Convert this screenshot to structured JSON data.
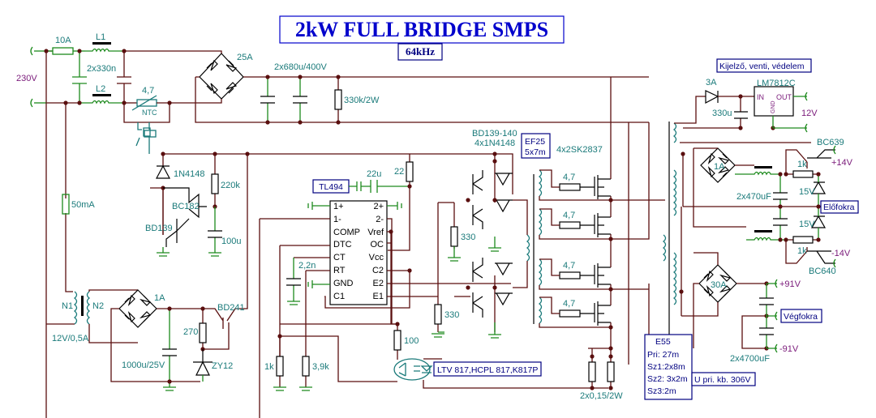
{
  "title": "2kW FULL BRIDGE SMPS",
  "frequency": "64kHz",
  "input": {
    "voltage": "230V",
    "fuse": "10A",
    "choke1": "L1",
    "choke2": "L2",
    "x_caps": "2x330n",
    "ntc_value": "4,7",
    "ntc_label": "NTC",
    "bridge_rating": "25A",
    "bulk_caps": "2x680u/400V",
    "bleeder": "330k/2W"
  },
  "aux_supply": {
    "fuse": "50mA",
    "transformer_n1": "N1",
    "transformer_n2": "N2",
    "transformer_rating": "12V/0,5A",
    "bridge_rating": "1A",
    "cap": "1000u/25V",
    "resistor": "270",
    "zener": "ZY12",
    "transistor": "BD241"
  },
  "softstart": {
    "diode": "1N4148",
    "resistor": "220k",
    "cap": "100u",
    "t1": "BC182",
    "t2": "BD139"
  },
  "controller": {
    "ic": "TL494",
    "decoupling_cap": "22u",
    "series_resistor": "22",
    "timing_cap": "2,2n",
    "pins_left": [
      "1+",
      "1-",
      "COMP",
      "DTC",
      "CT",
      "RT",
      "GND",
      "C1"
    ],
    "pins_right": [
      "2+",
      "2-",
      "Vref",
      "OC",
      "Vcc",
      "C2",
      "E2",
      "E1"
    ],
    "r_feedback_1": "1k",
    "r_feedback_2": "3,9k",
    "r_opto": "100",
    "r_330_a": "330",
    "r_330_b": "330",
    "optocoupler": "LTV 817,HCPL 817,K817P"
  },
  "driver": {
    "transistors": "BD139-140",
    "diodes": "4x1N4148",
    "gate_transformer": "EF25",
    "gate_transformer_turns": "5x7m",
    "mosfets": "4x2SK2837",
    "gate_resistors": [
      "4,7",
      "4,7",
      "4,7",
      "4,7"
    ],
    "shunts": "2x0,15/2W"
  },
  "power_transformer": {
    "core": "E55",
    "pri": "Pri:  27m",
    "sz1": "Sz1:2x8m",
    "sz2": "Sz2: 3x2m",
    "sz3": "Sz3:2m",
    "u_pri": "U pri. kb. 306V"
  },
  "outputs": {
    "aux_box": "Kijelző, venti, védelem",
    "diode_3a": "3A",
    "reg_cap": "330u",
    "regulator": "LM7812C",
    "reg_in": "IN",
    "reg_out": "OUT",
    "reg_gnd": "GND",
    "v12": "12V",
    "pre_bridge": "1A",
    "pre_caps": "2x470uF",
    "zener_top": "15V",
    "zener_bot": "15V",
    "r_top": "1k",
    "r_bot": "1k",
    "t_top": "BC639",
    "t_bot": "BC640",
    "v_pos14": "+14V",
    "v_neg14": "-14V",
    "pre_box": "Előfokra",
    "main_bridge": "30A",
    "main_caps": "2x4700uF",
    "v_pos91": "+91V",
    "v_neg91": "-91V",
    "main_box": "Végfokra"
  }
}
